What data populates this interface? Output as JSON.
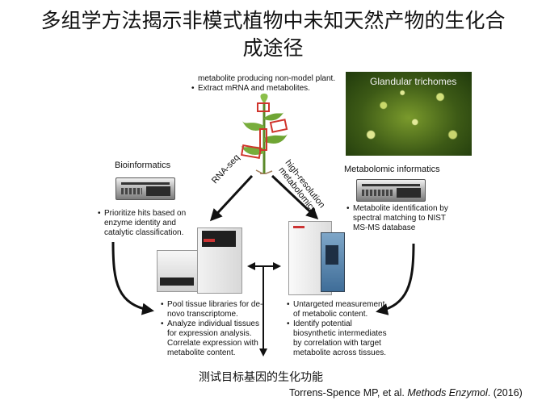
{
  "title": {
    "line1": "多组学方法揭示非模式植物中未知天然产物的生化合",
    "line2": "成途径"
  },
  "plant_note": {
    "line1": "metabolite producing non-model plant.",
    "items": [
      "Extract mRNA and metabolites."
    ]
  },
  "photo": {
    "label": "Glandular trichomes"
  },
  "bioinformatics": {
    "heading": "Bioinformatics",
    "items": [
      "Prioritize hits based on enzyme identity and catalytic classification."
    ]
  },
  "metabolomic": {
    "heading": "Metabolomic informatics",
    "items": [
      "Metabolite identification by spectral matching to NIST MS-MS database"
    ]
  },
  "arrows": {
    "rna_seq": "RNA-seq",
    "hr_line1": "high-resolution",
    "hr_line2": "metabolomics"
  },
  "sequencer_note": {
    "items": [
      "Pool tissue libraries for de-novo transcriptome.",
      "Analyze individual tissues for expression analysis. Correlate expression with metabolite content."
    ]
  },
  "ms_note": {
    "items": [
      "Untargeted measurement of metabolic content.",
      "Identify potential biosynthetic intermediates by correlation with target metabolite across tissues."
    ]
  },
  "bottom_label": "测试目标基因的生化功能",
  "citation": {
    "authors": "Torrens-Spence MP, et al.",
    "journal": "Methods Enzymol",
    "year": ". (2016)"
  },
  "colors": {
    "highlight_box": "#d0342c",
    "instrument_white": "#f4f4f4",
    "arrow": "#111111"
  }
}
